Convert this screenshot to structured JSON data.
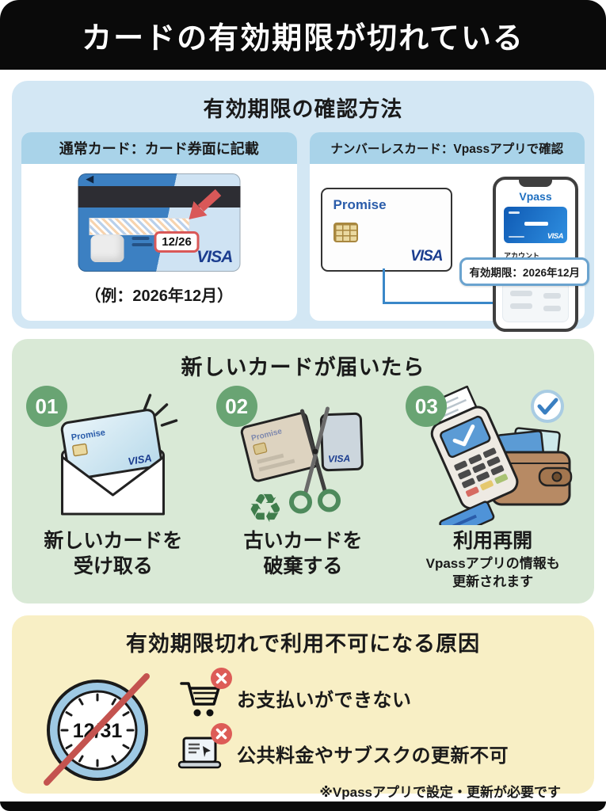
{
  "colors": {
    "header_bg": "#0a0a0a",
    "section_blue": "#d3e7f4",
    "subcard_header_blue": "#a9d3e9",
    "section_green": "#d9e9d6",
    "step_green": "#69a473",
    "section_yellow": "#f8efc5",
    "alert_red": "#dd5c57",
    "arrow_red": "#d95858",
    "visa_navy": "#1b3d8f",
    "vpass_blue": "#1e6fc0"
  },
  "header": {
    "title": "カードの有効期限が切れている"
  },
  "check_section": {
    "title": "有効期限の確認方法",
    "normal_card": {
      "header": "通常カード：カード券面に記載",
      "expiry_value": "12/26",
      "visa_label": "VISA",
      "caption": "（例：2026年12月）"
    },
    "numberless_card": {
      "header": "ナンバーレスカード：Vpassアプリで確認",
      "card_name": "Promise",
      "visa_label": "VISA",
      "app_title": "Vpass",
      "app_card_visa": "VISA",
      "account_label": "アカウント",
      "expiry_callout": "有効期限：2026年12月"
    }
  },
  "steps_section": {
    "title": "新しいカードが届いたら",
    "envelope_card": {
      "name": "Promise",
      "visa": "VISA"
    },
    "old_card": {
      "name": "Promise",
      "visa": "VISA"
    },
    "icons": {
      "recycle_glyph": "♻"
    },
    "steps": [
      {
        "number": "01",
        "label_line1": "新しいカードを",
        "label_line2": "受け取る"
      },
      {
        "number": "02",
        "label_line1": "古いカードを",
        "label_line2": "破棄する"
      },
      {
        "number": "03",
        "label_line1": "利用再開",
        "sub_line1": "Vpassアプリの情報も",
        "sub_line2": "更新されます"
      }
    ]
  },
  "reasons_section": {
    "title": "有効期限切れで利用不可になる原因",
    "clock_date": "12/31",
    "reasons": [
      {
        "text": "お支払いができない"
      },
      {
        "text": "公共料金やサブスクの更新不可"
      }
    ],
    "footnote": "※Vpassアプリで設定・更新が必要です"
  }
}
